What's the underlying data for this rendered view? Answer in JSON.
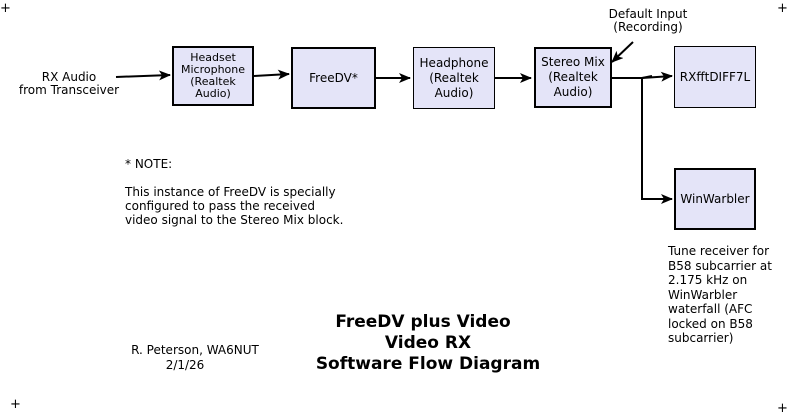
{
  "corners": {
    "tl": "+",
    "tr": "+",
    "bl": "+",
    "br": "+"
  },
  "input_label": [
    "RX Audio",
    "from Transceiver"
  ],
  "boxes": {
    "headset_mic": [
      "Headset",
      "Microphone",
      "(Realtek",
      "Audio)"
    ],
    "freedv": [
      "FreeDV*"
    ],
    "headphone": [
      "Headphone",
      "(Realtek",
      "Audio)"
    ],
    "stereo_mix": [
      "Stereo Mix",
      "(Realtek",
      "Audio)"
    ],
    "rxfftdiff": [
      "RXfftDIFF7L"
    ],
    "winwarbler": [
      "WinWarbler"
    ]
  },
  "default_input": [
    "Default Input",
    "(Recording)"
  ],
  "note": {
    "heading": "* NOTE:",
    "lines": [
      "This instance of FreeDV is specially",
      "configured to pass the received",
      "video signal to the Stereo Mix block."
    ]
  },
  "tune_note": [
    "Tune receiver for",
    "B58 subcarrier at",
    "2.175 kHz on",
    "WinWarbler",
    "waterfall (AFC",
    "locked on B58",
    "subcarrier)"
  ],
  "author": [
    "R. Peterson, WA6NUT",
    "2/1/26"
  ],
  "title": [
    "FreeDV plus Video",
    "Video RX",
    "Software Flow Diagram"
  ]
}
